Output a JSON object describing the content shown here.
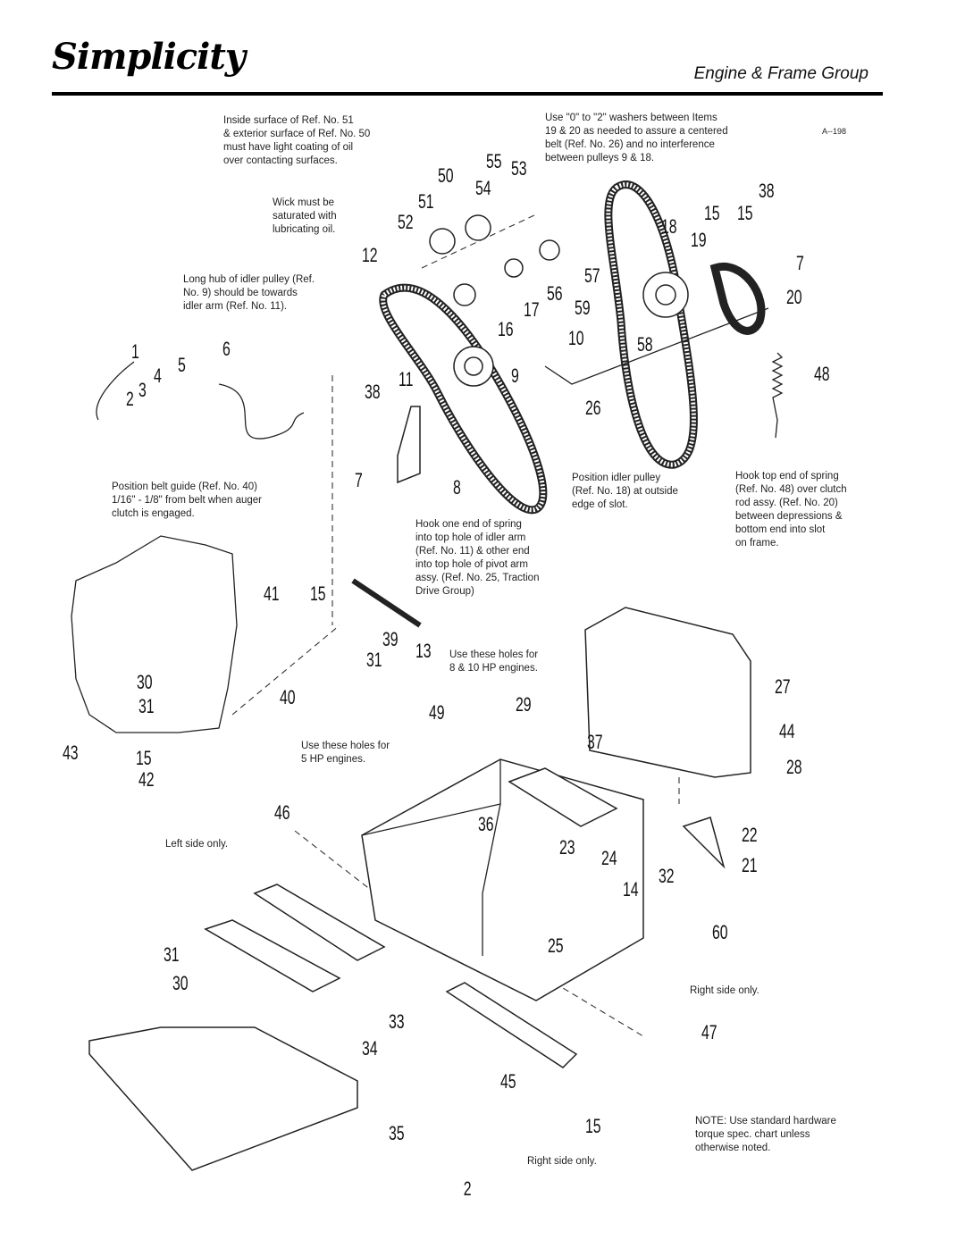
{
  "header": {
    "brand": "Simplicity",
    "section_title": "Engine & Frame Group"
  },
  "drawing_code": "A-‑198",
  "notes": {
    "lubrication": "Inside surface of Ref. No. 51\n& exterior surface of Ref. No. 50\nmust have light coating of oil\nover contacting surfaces.",
    "wick": "Wick must be\nsaturated with\nlubricating oil.",
    "long_hub": "Long hub of idler pulley (Ref.\nNo. 9) should be towards\nidler arm (Ref. No. 11).",
    "washers": "Use \"0\" to \"2\" washers between Items\n19 & 20 as needed to assure a centered\nbelt (Ref. No. 26) and no interference\nbetween pulleys 9 & 18.",
    "belt_guide": "Position belt guide (Ref. No. 40)\n1/16\" - 1/8\" from belt when auger\nclutch is engaged.",
    "idler_position": "Position idler pulley\n(Ref. No. 18) at outside\nedge of slot.",
    "spring_top": "Hook top end of spring\n(Ref. No. 48) over clutch\nrod assy. (Ref. No. 20)\nbetween depressions &\nbottom end into slot\non frame.",
    "hook_spring": "Hook one end of spring\ninto top hole of idler arm\n(Ref. No. 11) & other end\ninto top hole of pivot arm\nassy. (Ref. No. 25, Traction\nDrive Group)",
    "holes_8_10": "Use these holes for\n8 & 10 HP engines.",
    "holes_5": "Use these holes for\n5 HP engines.",
    "left_side": "Left side only.",
    "right_side_1": "Right side only.",
    "right_side_2": "Right side only.",
    "torque": "NOTE: Use standard hardware\ntorque spec. chart unless\notherwise noted."
  },
  "refs": [
    "55",
    "53",
    "50",
    "54",
    "51",
    "52",
    "12",
    "57",
    "56",
    "17",
    "16",
    "59",
    "10",
    "9",
    "58",
    "38",
    "18",
    "15",
    "15",
    "19",
    "7",
    "20",
    "48",
    "26",
    "1",
    "6",
    "5",
    "4",
    "2",
    "3",
    "38",
    "11",
    "7",
    "8",
    "41",
    "15",
    "39",
    "31",
    "13",
    "40",
    "30",
    "31",
    "43",
    "15",
    "42",
    "29",
    "27",
    "49",
    "37",
    "44",
    "28",
    "46",
    "36",
    "23",
    "24",
    "22",
    "14",
    "32",
    "21",
    "60",
    "25",
    "31",
    "30",
    "33",
    "34",
    "35",
    "45",
    "47",
    "15"
  ],
  "page_number": "2"
}
